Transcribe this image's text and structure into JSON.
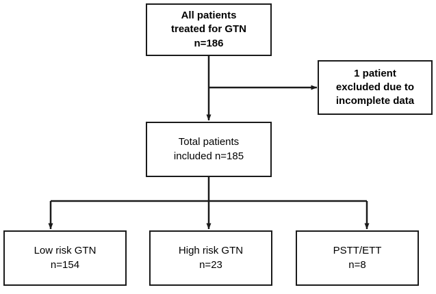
{
  "diagram": {
    "type": "flowchart",
    "title": "Patient selection flow diagram for GTN treatment cohort",
    "line_color": "#1a1a1a",
    "background": "#ffffff",
    "nodes": [
      {
        "id": "all-patients",
        "lines": [
          "All patients",
          "treated for GTN",
          "n=186"
        ],
        "bold": true
      },
      {
        "id": "excluded",
        "lines": [
          "1 patient",
          "excluded due to",
          "incomplete data"
        ],
        "bold": true
      },
      {
        "id": "total-included",
        "lines": [
          "Total patients",
          "included n=185"
        ],
        "bold": false
      },
      {
        "id": "low-risk",
        "lines": [
          "Low risk GTN",
          "n=154"
        ],
        "bold": false
      },
      {
        "id": "high-risk",
        "lines": [
          "High risk GTN",
          "n=23"
        ],
        "bold": false
      },
      {
        "id": "pstt-ett",
        "lines": [
          "PSTT/ETT",
          "n=8"
        ],
        "bold": false
      }
    ]
  }
}
